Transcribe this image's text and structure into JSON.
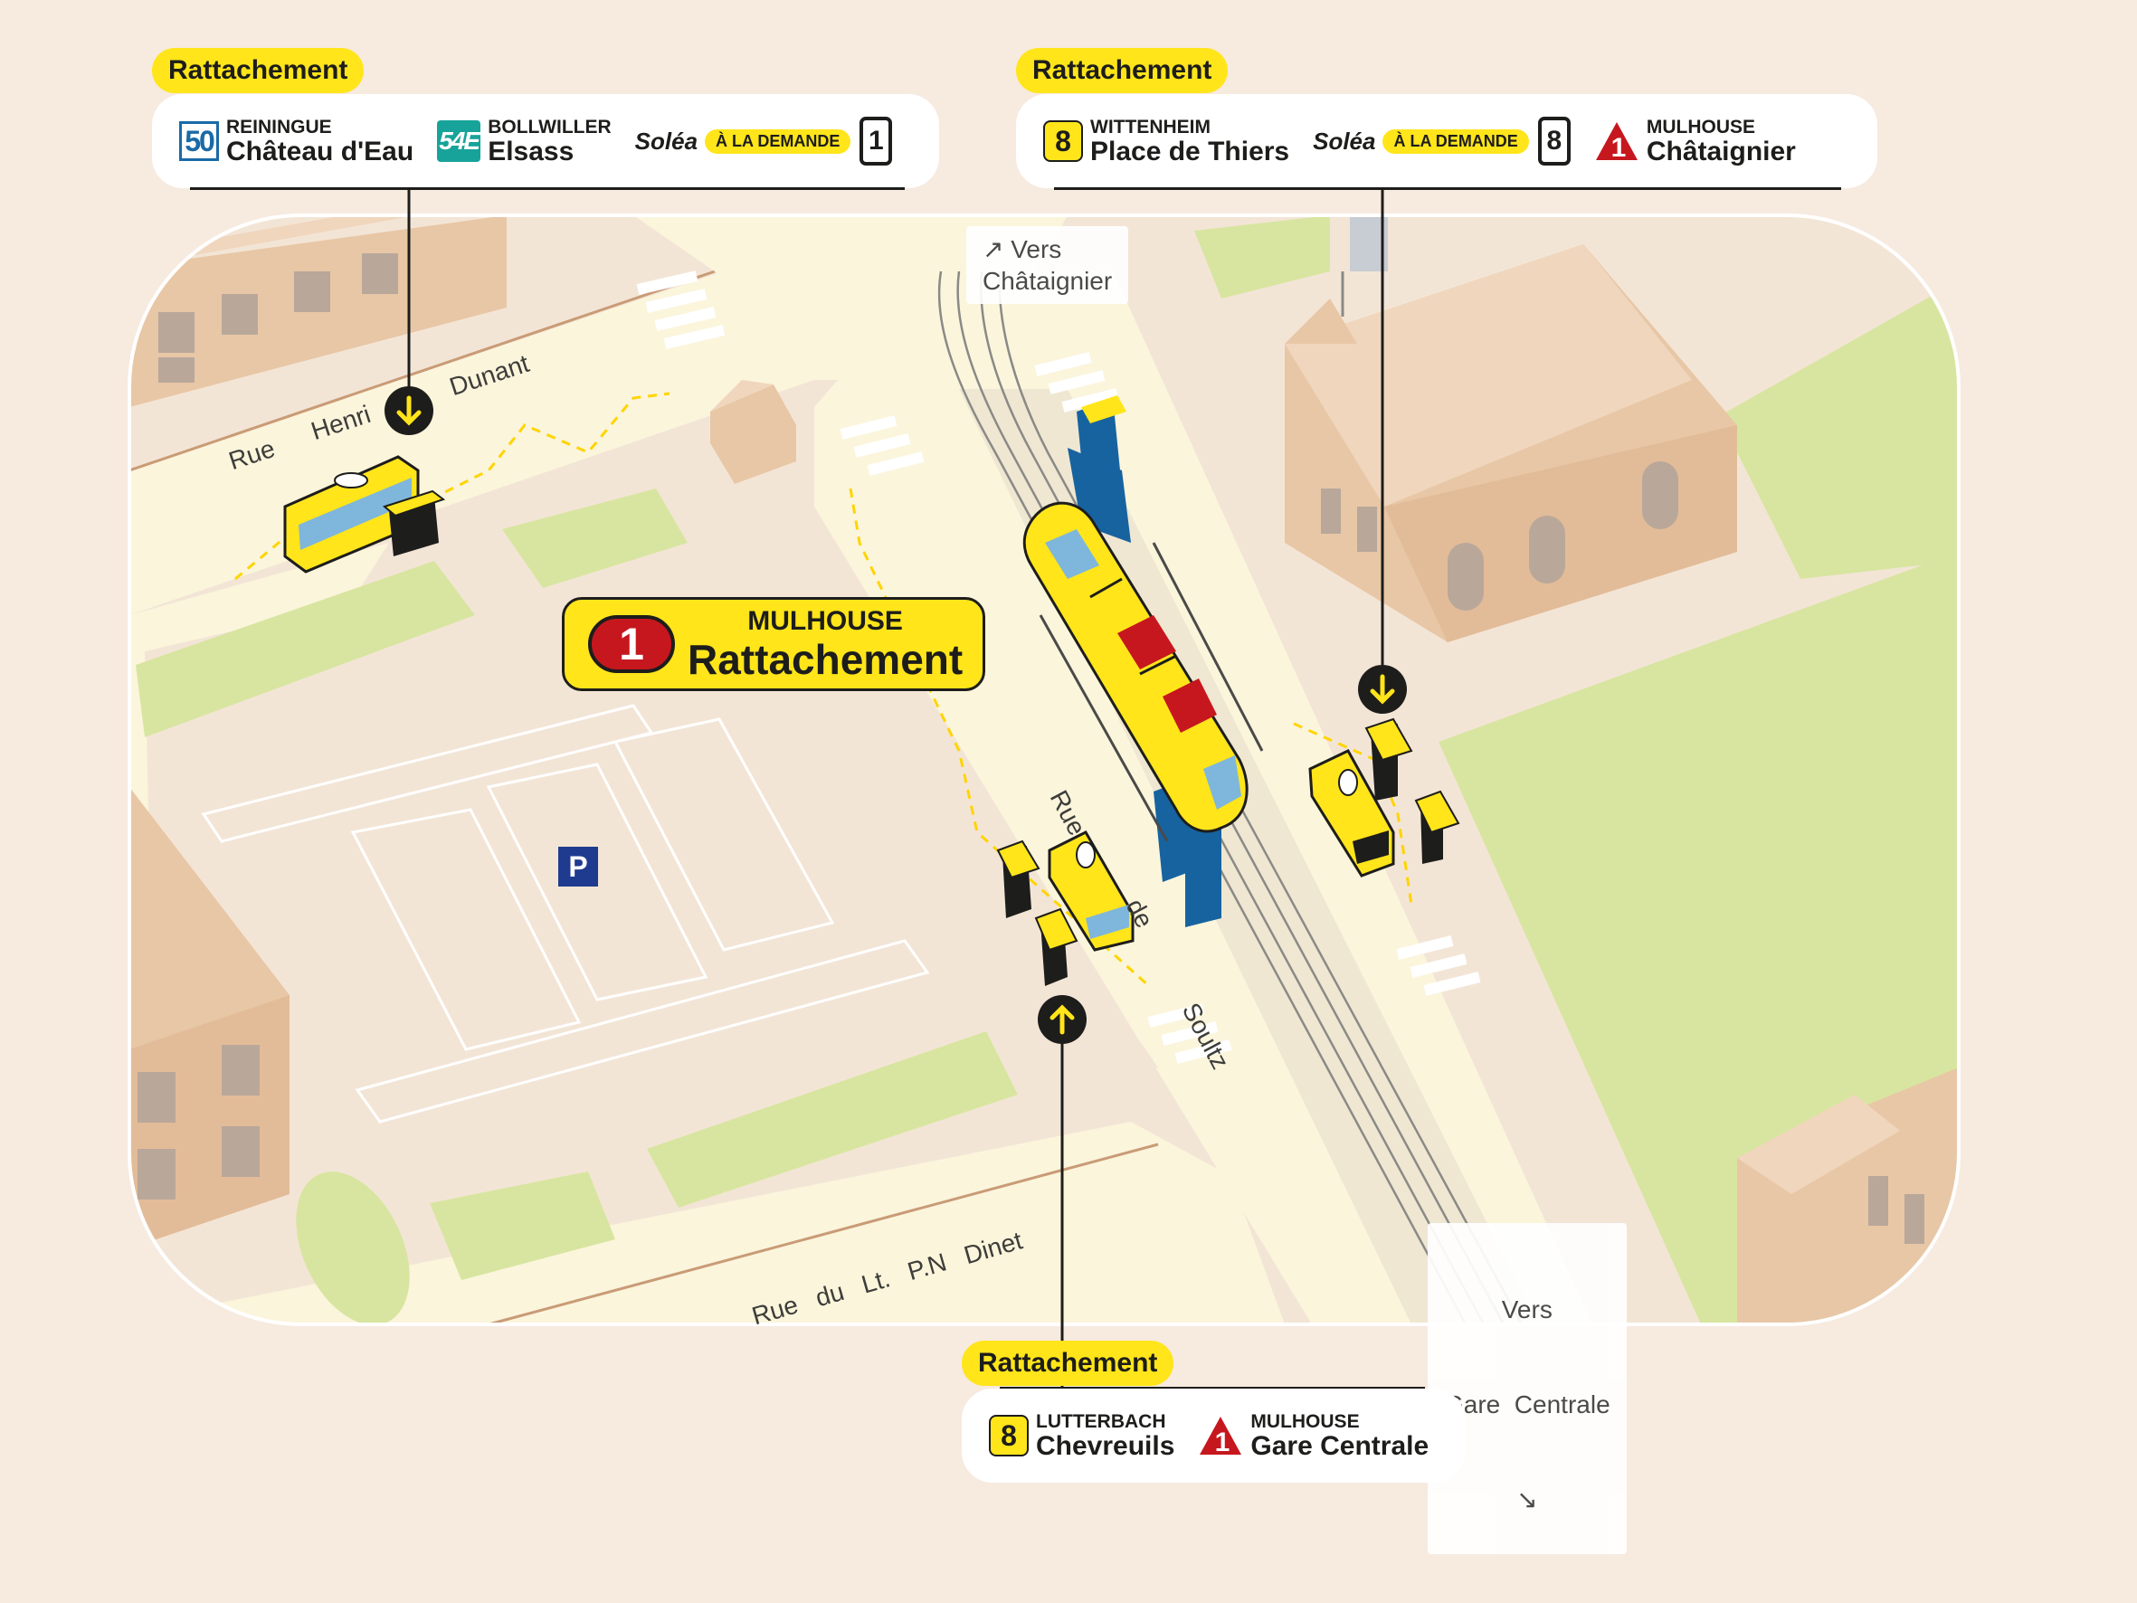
{
  "main_stop": {
    "line": "1",
    "city": "MULHOUSE",
    "name": "Rattachement"
  },
  "connections": [
    {
      "tag": "Rattachement",
      "lines": [
        {
          "line": "50",
          "city": "REININGUE",
          "stop": "Château d'Eau"
        },
        {
          "line": "54E",
          "city": "BOLLWILLER",
          "stop": "Elsass"
        }
      ],
      "ondemand": {
        "brand": "Soléa",
        "label": "À LA DEMANDE",
        "number": "1"
      }
    },
    {
      "tag": "Rattachement",
      "lines": [
        {
          "line": "8",
          "city": "WITTENHEIM",
          "stop": "Place de Thiers"
        }
      ],
      "ondemand": {
        "brand": "Soléa",
        "label": "À LA DEMANDE",
        "number": "8"
      },
      "tram": {
        "line": "1",
        "city": "MULHOUSE",
        "stop": "Châtaignier"
      }
    },
    {
      "tag": "Rattachement",
      "lines": [
        {
          "line": "8",
          "city": "LUTTERBACH",
          "stop": "Chevreuils"
        }
      ],
      "tram": {
        "line": "1",
        "city": "MULHOUSE",
        "stop": "Gare Centrale"
      }
    }
  ],
  "streets": {
    "henri_dunant": [
      "Rue",
      "Henri",
      "Dunant"
    ],
    "soultz": [
      "Rue",
      "de",
      "Soultz"
    ],
    "dinet": "Rue du Lt. P.N Dinet"
  },
  "directions": {
    "north": {
      "line1": "Vers",
      "line2": "Châtaignier"
    },
    "south": {
      "line1": "Vers",
      "line2": "Gare  Centrale"
    }
  },
  "parking": "P",
  "colors": {
    "background": "#f7eadf",
    "road": "#fbf5dc",
    "block": "#f3e5d6",
    "green": "#d8e5a0",
    "building": "#e8c7a6",
    "accent_yellow": "#ffe51a",
    "tram_red": "#c6171e",
    "shelter_blue": "#1763a0"
  },
  "icons": [
    "arrow-down-pin-icon",
    "arrow-up-pin-icon",
    "bus-icon",
    "tram-icon",
    "shelter-icon",
    "phone-icon",
    "tram-logo-icon"
  ]
}
